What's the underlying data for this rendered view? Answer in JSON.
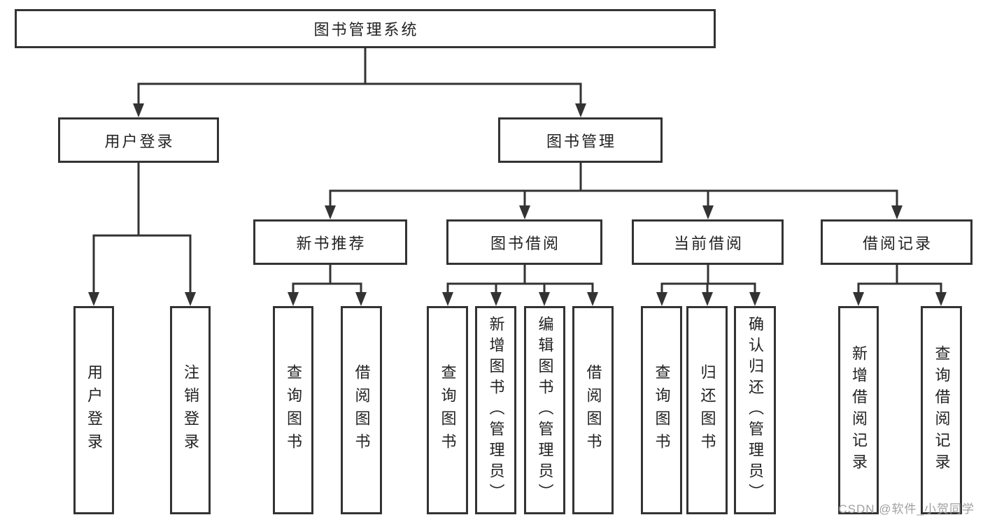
{
  "diagram_type": "hierarchy-tree",
  "colors": {
    "line": "#333333",
    "border": "#333333",
    "text": "#222222",
    "background": "#ffffff",
    "watermark": "#a0a0a0"
  },
  "tree": {
    "label": "图书管理系统",
    "children": [
      {
        "label": "用户登录",
        "children": [
          {
            "label": "用户登录"
          },
          {
            "label": "注销登录"
          }
        ]
      },
      {
        "label": "图书管理",
        "children": [
          {
            "label": "新书推荐",
            "children": [
              {
                "label": "查询图书"
              },
              {
                "label": "借阅图书"
              }
            ]
          },
          {
            "label": "图书借阅",
            "children": [
              {
                "label": "查询图书"
              },
              {
                "label": "新增图书（管理员）"
              },
              {
                "label": "编辑图书（管理员）"
              },
              {
                "label": "借阅图书"
              }
            ]
          },
          {
            "label": "当前借阅",
            "children": [
              {
                "label": "查询图书"
              },
              {
                "label": "归还图书"
              },
              {
                "label": "确认归还（管理员）"
              }
            ]
          },
          {
            "label": "借阅记录",
            "children": [
              {
                "label": "新增借阅记录"
              },
              {
                "label": "查询借阅记录"
              }
            ]
          }
        ]
      }
    ]
  },
  "watermark": {
    "text": "CSDN @软件_小贺同学"
  }
}
